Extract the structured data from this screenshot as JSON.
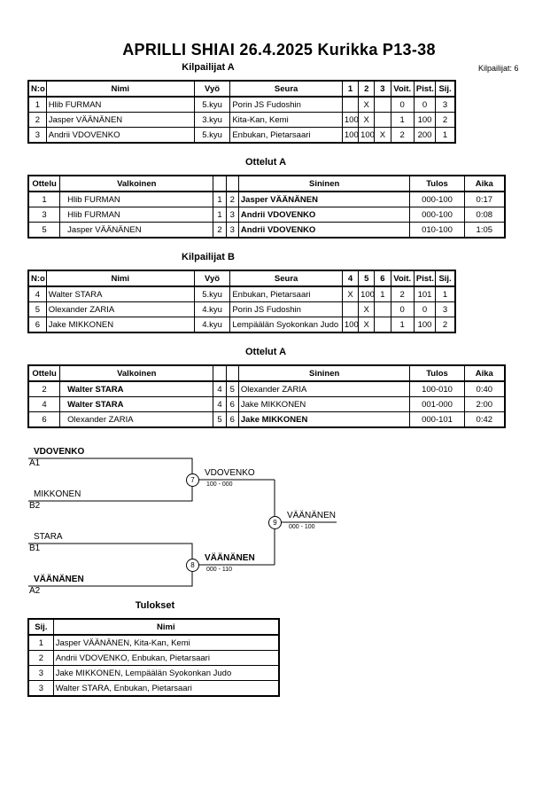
{
  "title": "APRILLI SHIAI  26.4.2025  Kurikka   P13-38",
  "participants_count": "Kilpailijat: 6",
  "pool_a": {
    "heading": "Kilpailijat A",
    "headers": [
      "N:o",
      "Nimi",
      "Vyö",
      "Seura",
      "1",
      "2",
      "3",
      "Voit.",
      "Pist.",
      "Sij."
    ],
    "rows": [
      [
        "1",
        "Hlib FURMAN",
        "5.kyu",
        "Porin JS Fudoshin",
        "",
        "X",
        "",
        "0",
        "0",
        "3"
      ],
      [
        "2",
        "Jasper VÄÄNÄNEN",
        "3.kyu",
        "Kita-Kan, Kemi",
        "100",
        "X",
        "",
        "1",
        "100",
        "2"
      ],
      [
        "3",
        "Andrii VDOVENKO",
        "5.kyu",
        "Enbukan, Pietarsaari",
        "100",
        "100",
        "X",
        "2",
        "200",
        "1"
      ]
    ]
  },
  "matches_a": {
    "heading": "Ottelut A",
    "headers": [
      "Ottelu",
      "Valkoinen",
      "",
      "",
      "Sininen",
      "Tulos",
      "Aika"
    ],
    "rows": [
      [
        "1",
        "Hlib FURMAN",
        "1",
        "2",
        "Jasper VÄÄNÄNEN",
        "000-100",
        "0:17"
      ],
      [
        "3",
        "Hlib FURMAN",
        "1",
        "3",
        "Andrii VDOVENKO",
        "000-100",
        "0:08"
      ],
      [
        "5",
        "Jasper VÄÄNÄNEN",
        "2",
        "3",
        "Andrii VDOVENKO",
        "010-100",
        "1:05"
      ]
    ]
  },
  "pool_b": {
    "heading": "Kilpailijat B",
    "headers": [
      "N:o",
      "Nimi",
      "Vyö",
      "Seura",
      "4",
      "5",
      "6",
      "Voit.",
      "Pist.",
      "Sij."
    ],
    "rows": [
      [
        "4",
        "Walter STARA",
        "5.kyu",
        "Enbukan, Pietarsaari",
        "X",
        "100",
        "1",
        "2",
        "101",
        "1"
      ],
      [
        "5",
        "Olexander ZARIA",
        "4.kyu",
        "Porin JS Fudoshin",
        "",
        "X",
        "",
        "0",
        "0",
        "3"
      ],
      [
        "6",
        "Jake MIKKONEN",
        "4.kyu",
        "Lempäälän Syokonkan Judo",
        "100",
        "X",
        "",
        "1",
        "100",
        "2"
      ]
    ]
  },
  "matches_b": {
    "heading": "Ottelut A",
    "headers": [
      "Ottelu",
      "Valkoinen",
      "",
      "",
      "Sininen",
      "Tulos",
      "Aika"
    ],
    "rows": [
      [
        "2",
        "Walter STARA",
        "4",
        "5",
        "Olexander ZARIA",
        "100-010",
        "0:40"
      ],
      [
        "4",
        "Walter STARA",
        "4",
        "6",
        "Jake MIKKONEN",
        "001-000",
        "2:00"
      ],
      [
        "6",
        "Olexander ZARIA",
        "5",
        "6",
        "Jake MIKKONEN",
        "000-101",
        "0:42"
      ]
    ]
  },
  "bracket": {
    "a1_name": "VDOVENKO",
    "a1_label": "A1",
    "b2_name": "MIKKONEN",
    "b2_label": "B2",
    "b1_name": "STARA",
    "b1_label": "B1",
    "a2_name": "VÄÄNÄNEN",
    "a2_label": "A2",
    "m7": "7",
    "m7_winner": "VDOVENKO",
    "m7_score": "100 - 000",
    "m8": "8",
    "m8_winner": "VÄÄNÄNEN",
    "m8_score": "000 - 110",
    "m9": "9",
    "m9_winner": "VÄÄNÄNEN",
    "m9_score": "000 - 100"
  },
  "results": {
    "heading": "Tulokset",
    "headers": [
      "Sij.",
      "Nimi"
    ],
    "rows": [
      [
        "1",
        "Jasper VÄÄNÄNEN, Kita-Kan, Kemi"
      ],
      [
        "2",
        "Andrii VDOVENKO, Enbukan, Pietarsaari"
      ],
      [
        "3",
        "Jake MIKKONEN, Lempäälän Syokonkan Judo"
      ],
      [
        "3",
        "Walter STARA, Enbukan, Pietarsaari"
      ]
    ]
  }
}
